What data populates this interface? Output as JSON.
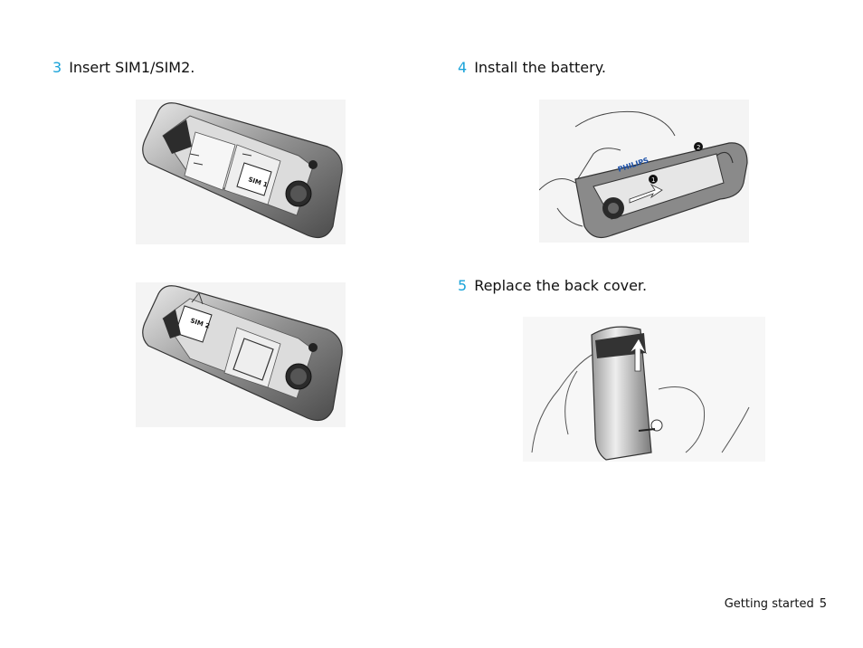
{
  "steps": [
    {
      "number": "3",
      "text": "Insert SIM1/SIM2."
    },
    {
      "number": "4",
      "text": "Install the battery."
    },
    {
      "number": "5",
      "text": "Replace the back cover."
    }
  ],
  "illustrations": {
    "sim1_label": "SIM 1",
    "sim2_label": "SIM 2",
    "battery_brand": "PHILIPS",
    "battery_marker_1": "1",
    "battery_marker_2": "2"
  },
  "footer": {
    "section": "Getting started",
    "page_number": "5"
  },
  "colors": {
    "step_number": "#1aa3d9"
  }
}
